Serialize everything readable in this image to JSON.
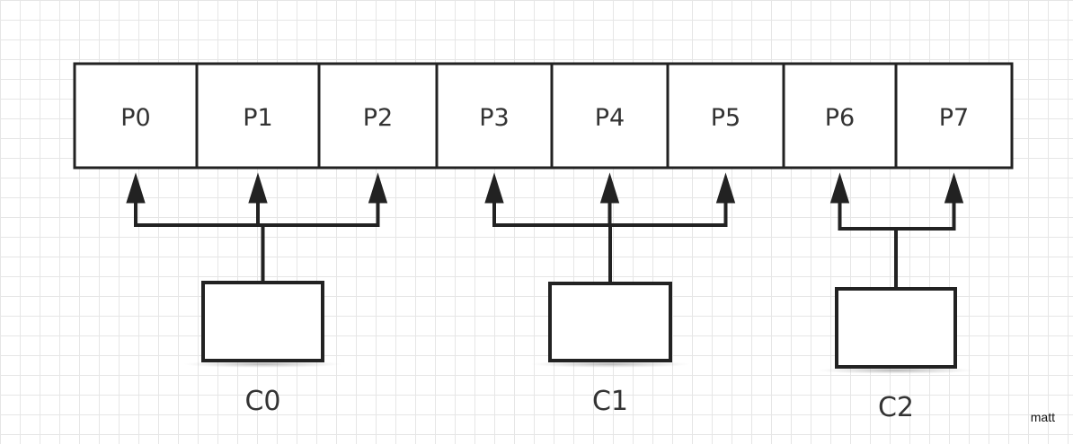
{
  "partitions": [
    "P0",
    "P1",
    "P2",
    "P3",
    "P4",
    "P5",
    "P6",
    "P7"
  ],
  "consumers": [
    {
      "label": "C0",
      "partitions": [
        0,
        1,
        2
      ]
    },
    {
      "label": "C1",
      "partitions": [
        3,
        4,
        5
      ]
    },
    {
      "label": "C2",
      "partitions": [
        6,
        7
      ]
    }
  ],
  "watermark": "matt",
  "colors": {
    "stroke": "#222222",
    "text": "#333333",
    "grid": "#e6e6e6"
  }
}
